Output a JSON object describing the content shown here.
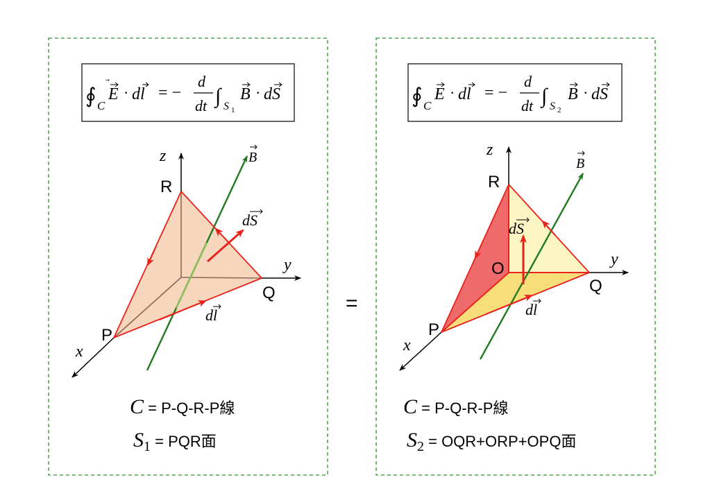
{
  "left_panel": {
    "formula": {
      "oint_sub": "C",
      "E": "E",
      "dl": "dl",
      "equals": "= −",
      "frac_num": "d",
      "frac_den": "dt",
      "int_sub": "S",
      "int_sub_index": "1",
      "B": "B",
      "dS": "dS"
    },
    "labels": {
      "z": "z",
      "y": "y",
      "x": "x",
      "R": "R",
      "Q": "Q",
      "P": "P",
      "B": "B",
      "dS": "dS",
      "dl": "dl"
    },
    "caption1": {
      "var": "C",
      "text": " = P-Q-R-P線"
    },
    "caption2": {
      "var": "S",
      "sub": "1",
      "text": " = PQR面"
    }
  },
  "equals_sign": "=",
  "right_panel": {
    "formula": {
      "oint_sub": "C",
      "E": "E",
      "dl": "dl",
      "equals": "= −",
      "frac_num": "d",
      "frac_den": "dt",
      "int_sub": "S",
      "int_sub_index": "2",
      "B": "B",
      "dS": "dS"
    },
    "labels": {
      "z": "z",
      "y": "y",
      "x": "x",
      "R": "R",
      "Q": "Q",
      "P": "P",
      "O": "O",
      "B": "B",
      "dS": "dS",
      "dl": "dl"
    },
    "caption1": {
      "var": "C",
      "text": " = P-Q-R-P線"
    },
    "caption2": {
      "var": "S",
      "sub": "2",
      "text": " = OQR+ORP+OPQ面"
    }
  },
  "colors": {
    "panel_border": "#2f8f2f",
    "curve": "#e8231c",
    "field": "#1f7a1f",
    "axis": "#000000",
    "surface_flat": "#f6d6bc",
    "surface_left": "#ef6b6b",
    "surface_back": "#fdf6c4",
    "surface_bottom": "#f7de7a"
  }
}
